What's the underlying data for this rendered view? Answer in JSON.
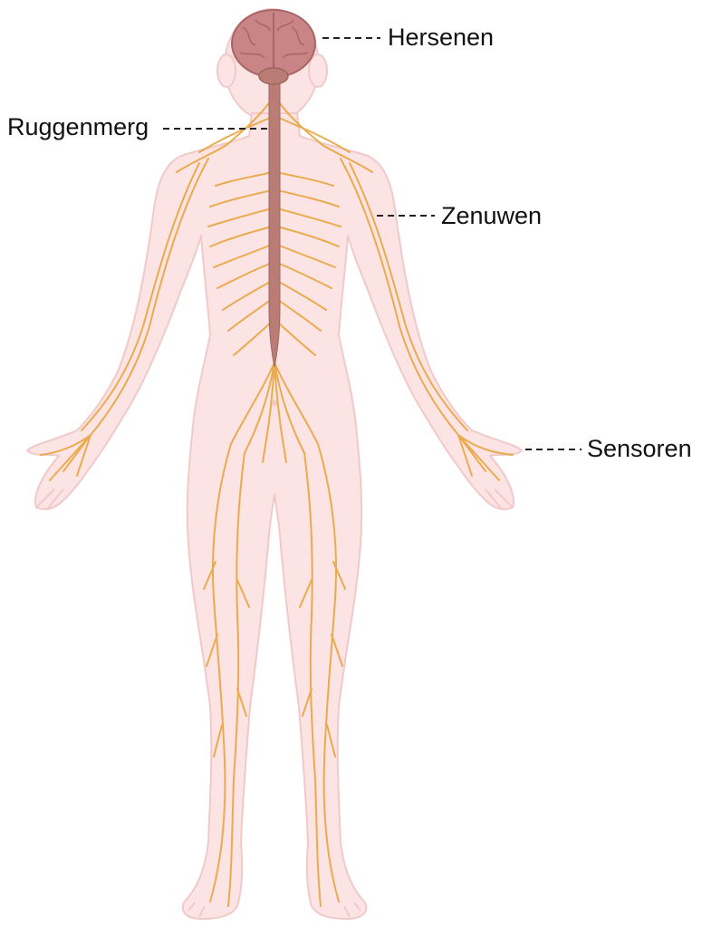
{
  "labels": {
    "brain": "Hersenen",
    "spinal_cord": "Ruggenmerg",
    "nerves": "Zenuwen",
    "sensors": "Sensoren"
  },
  "colors": {
    "skin": "#fce4e4",
    "skin_outline": "#f1c9c9",
    "nerve": "#e9a53f",
    "brain": "#c98585",
    "spinal_cord": "#b97d76",
    "leader_line": "#222222"
  }
}
